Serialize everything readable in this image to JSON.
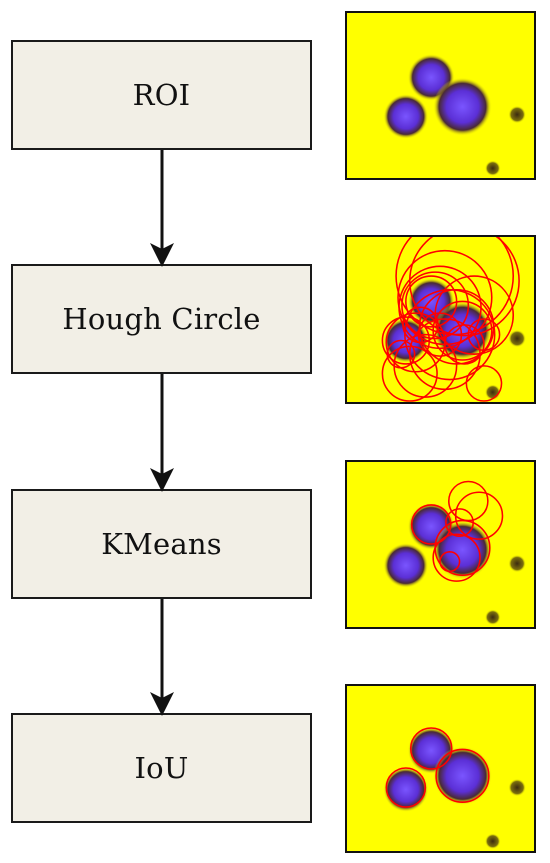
{
  "steps": [
    {
      "label": "ROI"
    },
    {
      "label": "Hough Circle"
    },
    {
      "label": "KMeans"
    },
    {
      "label": "IoU"
    }
  ],
  "colors": {
    "box_fill": "#f2efe6",
    "box_border": "#1a1a1a",
    "thumb_background": "#ffff00",
    "cell": "#5b2fd6",
    "cell_halo": "#4a2a35",
    "detection_circle": "#ff0000"
  }
}
